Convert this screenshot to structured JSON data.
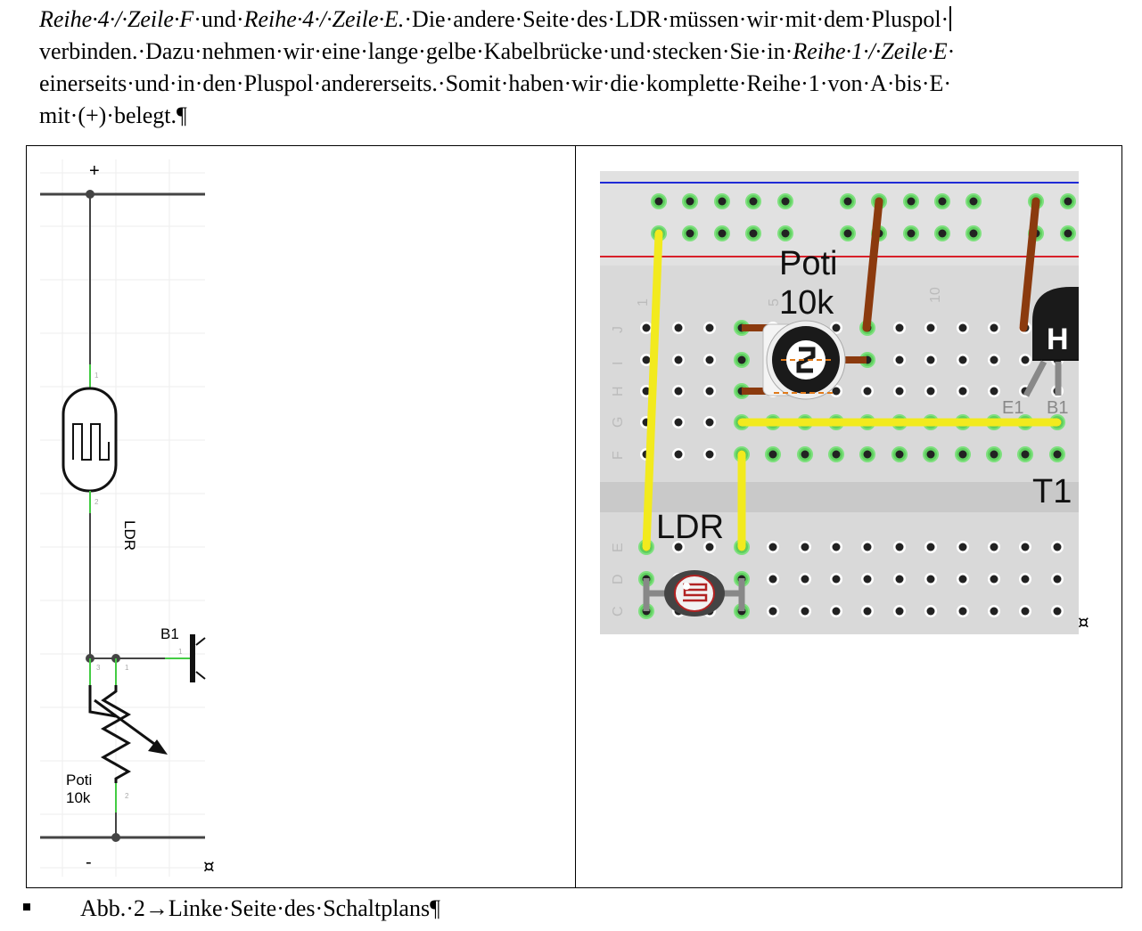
{
  "paragraph": {
    "line1": [
      {
        "t": "Reihe·4·/·Zeile·F",
        "i": true
      },
      {
        "t": "·und·",
        "i": false
      },
      {
        "t": "Reihe·4·/·Zeile·E.",
        "i": true
      },
      {
        "t": "·Die·andere·Seite·des·LDR·müssen·wir·mit·dem·Pluspol·",
        "i": false
      }
    ],
    "line2": [
      {
        "t": "verbinden.·Dazu·nehmen·wir·eine·lange·gelbe·Kabelbrücke·und·stecken·Sie·in·",
        "i": false
      },
      {
        "t": "Reihe·1·/·Zeile·E",
        "i": true
      },
      {
        "t": "·",
        "i": false
      }
    ],
    "line3": [
      {
        "t": "einerseits·und·in·den·Pluspol·andererseits.·Somit·haben·wir·die·komplette·Reihe·1·von·A·bis·E·",
        "i": false
      }
    ],
    "line4": [
      {
        "t": "mit·(+)·belegt.¶",
        "i": false
      }
    ]
  },
  "schematic": {
    "plus": "+",
    "minus": "-",
    "ldr_label": "LDR",
    "b1_label": "B1",
    "poti_label_1": "Poti",
    "poti_label_2": "10k",
    "pin_1": "1",
    "pin_2": "2",
    "pin_3": "3",
    "end_mark": "¤"
  },
  "breadboard": {
    "poti_label_1": "Poti",
    "poti_label_2": "10k",
    "ldr_label": "LDR",
    "t1_label": "T1",
    "e1_label": "E1",
    "b1_label": "B1",
    "col_1": "1",
    "col_5": "5",
    "col_10": "10",
    "rows_top": [
      "J",
      "I",
      "H",
      "G",
      "F"
    ],
    "rows_bottom": [
      "E",
      "D",
      "C"
    ],
    "transistor_mark": "H",
    "end_mark": "¤",
    "colors": {
      "wire_yellow": "#f2ea1e",
      "wire_brown": "#8b3a0e",
      "rail_blue": "#1f2bd6",
      "rail_red": "#d8202a",
      "board": "#d9d9d9"
    }
  },
  "caption": {
    "text": "Abb.·2→Linke·Seite·des·Schaltplans¶"
  }
}
